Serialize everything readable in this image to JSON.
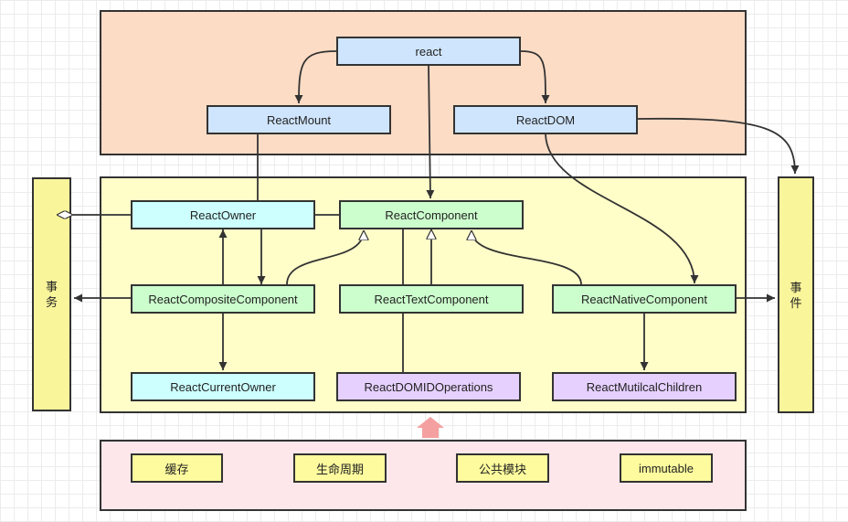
{
  "nodes": {
    "react": "react",
    "react_mount": "ReactMount",
    "react_dom": "ReactDOM",
    "react_owner": "ReactOwner",
    "react_component": "ReactComponent",
    "react_composite_component": "ReactCompositeComponent",
    "react_text_component": "ReactTextComponent",
    "react_native_component": "ReactNativeComponent",
    "react_current_owner": "ReactCurrentOwner",
    "react_domid_operations": "ReactDOMIDOperations",
    "react_mutilcal_children": "ReactMutilcalChildren"
  },
  "side_panels": {
    "left": "事务",
    "right": "事件"
  },
  "bottom_items": [
    "缓存",
    "生命周期",
    "公共模块",
    "immutable"
  ],
  "colors": {
    "top_region": "#fcdcc5",
    "middle_region": "#fffec9",
    "bottom_region": "#fde7ea",
    "side_panel": "#f9f59b",
    "node_blue": "#cfe5fd",
    "node_cyan": "#ccfffe",
    "node_green": "#ccfecd",
    "node_purple": "#e6d0fe",
    "node_yellow": "#fdfb9d",
    "big_arrow": "#f5a0a0"
  }
}
